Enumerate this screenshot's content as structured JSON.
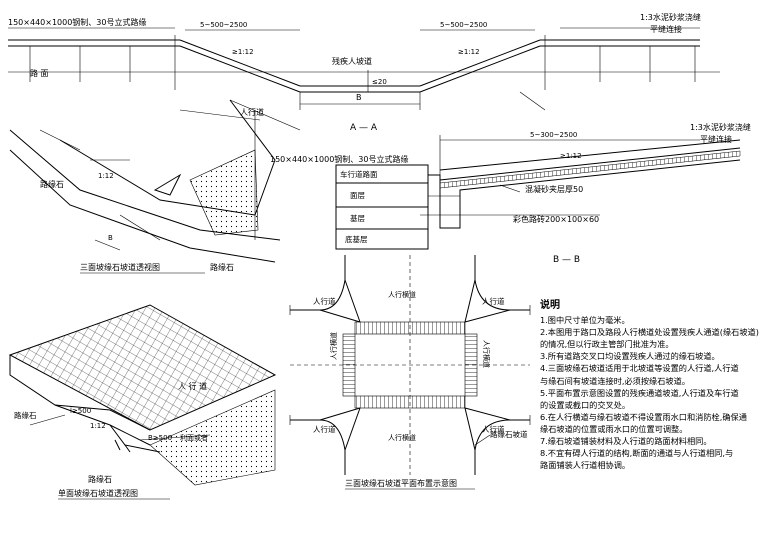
{
  "sectionAA": {
    "top_label": "150×440×1000钢制、30号立式路缘",
    "right_label_1": "1:3水泥砂浆浇缝",
    "right_label_2": "平缝连接",
    "dim_left": "5~500~2500",
    "dim_right": "5~500~2500",
    "slope_left": "≥1:12",
    "slope_right": "≥1:12",
    "center_label": "残疾人坡道",
    "road_label": "路 面",
    "drop_label": "≤20",
    "width_label": "B",
    "title": "A — A"
  },
  "perspective3": {
    "top_label": "人行道",
    "curb_label": "路缘石",
    "road_label": "路缘石",
    "slope_label": "1:12",
    "dim_label": "B",
    "title": "三面坡缘石坡道透视图"
  },
  "sectionBB": {
    "top_label": "150×440×1000钢制、30号立式路缘",
    "right_label_1": "1:3水泥砂浆浇缝",
    "right_label_2": "平缝连接",
    "dim_label": "5~300~2500",
    "slope_label": "≥1:12",
    "layer_1": "车行道路面",
    "layer_2": "面层",
    "layer_3": "基层",
    "layer_4": "底基层",
    "tile_label": "彩色路砖200×100×60",
    "sand_label": "混凝砂夹层厚50",
    "title": "B — B"
  },
  "intersection": {
    "sidewalk_tl": "人行道",
    "sidewalk_tr": "人行道",
    "sidewalk_bl": "人行道",
    "sidewalk_br": "人行道",
    "ramp_t": "人行横道",
    "ramp_b": "人行横道",
    "ramp_l": "人行横道",
    "ramp_r": "人行横道",
    "curb_label": "路缘石坡道",
    "title": "三面坡缘石坡道平面布置示意图"
  },
  "perspective1": {
    "sidewalk_label": "人 行 道",
    "curb_label": "路缘石",
    "width_label": "l≥500",
    "slope_label": "1:12",
    "min_label": "B≥500",
    "surface_label": "利面或者",
    "road_label": "路缘石",
    "title": "单面坡缘石坡道透视图"
  },
  "notes": {
    "title": "说明",
    "items": [
      "1.图中尺寸单位为毫米。",
      "2.本图用于路口及路段人行横道处设置残疾人通道(缘石坡道)",
      "  的情况,但以行政主管部门批准为准。",
      "3.所有道路交叉口均设置残疾人通过的缘石坡道。",
      "4.三面坡缘石坡道适用于北坡道等设置的人行道,人行道",
      "  与缘石间有坡道连接时,必须按缘石坡道。",
      "5.平面布置示意图设置的残疾通道坡道,人行道及车行道",
      "  的设置或截口的交叉处。",
      "6.在人行横道与缘石坡道不得设置雨水口和消防栓,确保通",
      "  缘石坡道的位置或雨水口的位置可调整。",
      "7.缘石坡道铺装材料及人行道的路面材料相同。",
      "8.不宜有碍人行道的结构,断面的通道与人行道相同,与",
      "  路面铺装人行道相协调。"
    ]
  },
  "colors": {
    "ink": "#000000",
    "paper": "#ffffff"
  }
}
